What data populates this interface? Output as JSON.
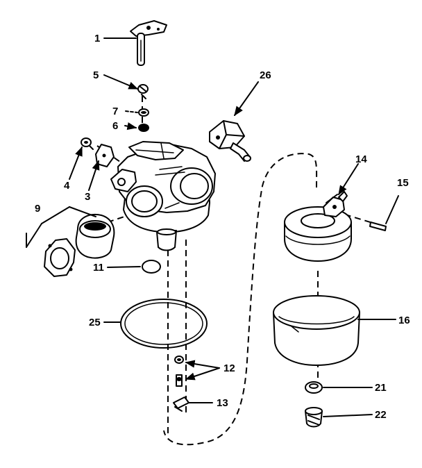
{
  "diagram": {
    "callouts": {
      "c1": "1",
      "c5": "5",
      "c26": "26",
      "c7": "7",
      "c6": "6",
      "c4": "4",
      "c3": "3",
      "c9": "9",
      "c14": "14",
      "c15": "15",
      "c11": "11",
      "c25": "25",
      "c16": "16",
      "c12": "12",
      "c13": "13",
      "c21": "21",
      "c22": "22"
    }
  }
}
